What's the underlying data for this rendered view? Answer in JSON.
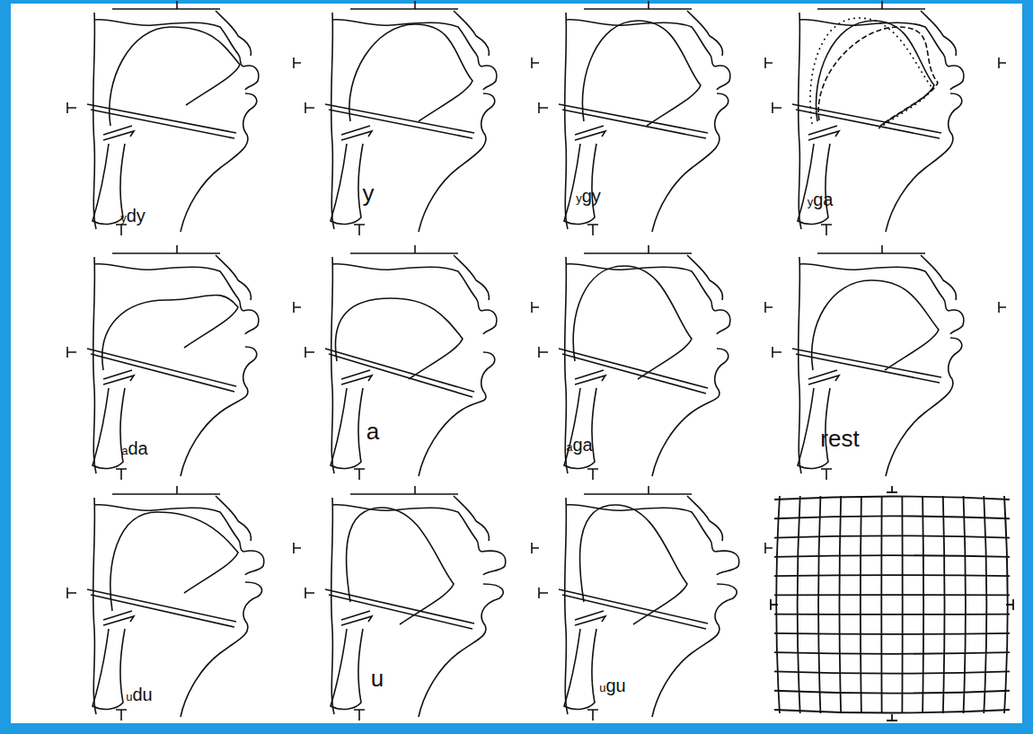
{
  "diagram": {
    "labels": [
      "ydy",
      "y",
      "ygy",
      "yga",
      "ada",
      "a",
      "aga",
      "rest",
      "udu",
      "u",
      "ugu"
    ]
  }
}
